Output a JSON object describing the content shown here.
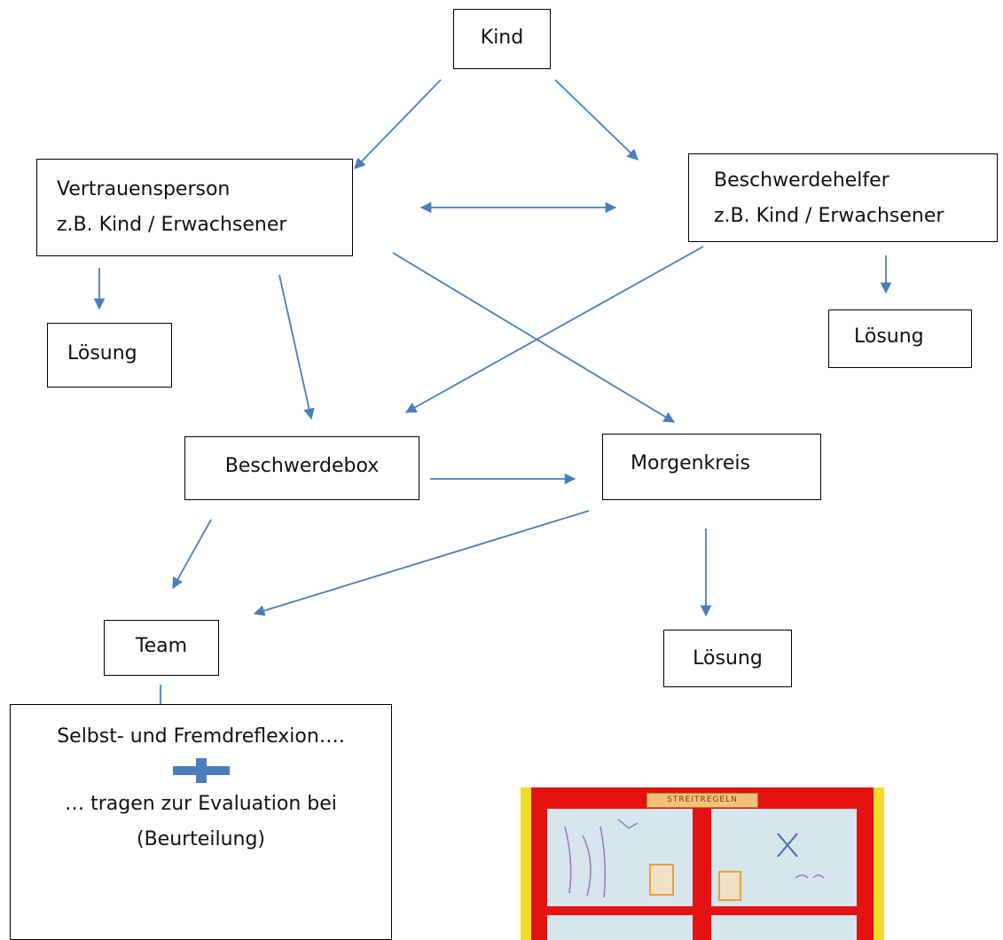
{
  "nodes": {
    "kind": "Kind",
    "vertrauensperson": {
      "line1": "Vertrauensperson",
      "line2": "z.B. Kind / Erwachsener"
    },
    "beschwerdehelfer": {
      "line1": "Beschwerdehelfer",
      "line2": "z.B. Kind / Erwachsener"
    },
    "loesung_left": "Lösung",
    "loesung_right": "Lösung",
    "loesung_bottom": "Lösung",
    "beschwerdebox": "Beschwerdebox",
    "morgenkreis": "Morgenkreis",
    "team": "Team",
    "reflexion": {
      "line1": "Selbst- und Fremdreflexion….",
      "line2": "… tragen zur Evaluation bei",
      "line3": "(Beurteilung)"
    }
  },
  "photo": {
    "label": "STREITREGELN"
  },
  "colors": {
    "arrow": "#4a7ebb",
    "border": "#000000",
    "plus": "#4a7ebb",
    "photo_background": "#e61212"
  },
  "icons": {
    "connector": "plus-icon"
  }
}
